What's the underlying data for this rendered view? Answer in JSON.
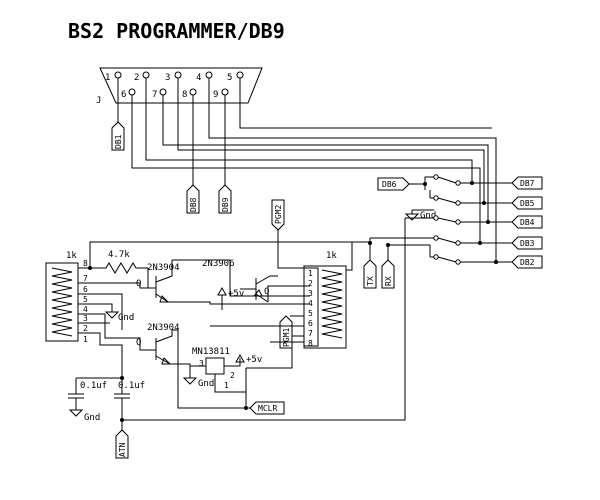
{
  "title": "BS2 PROGRAMMER/DB9",
  "connector": {
    "ref": "J",
    "top_pins": [
      "1",
      "2",
      "3",
      "4",
      "5"
    ],
    "bottom_pins": [
      "6",
      "7",
      "8",
      "9"
    ]
  },
  "port_labels": {
    "db1": "DB1",
    "db8": "DB8",
    "db9": "DB9",
    "db6": "DB6",
    "db7": "DB7",
    "db5": "DB5",
    "db4": "DB4",
    "db3": "DB3",
    "db2": "DB2",
    "pgm1": "PGM1",
    "pgm2": "PGM2",
    "tx": "TX",
    "rx": "RX",
    "mclr": "MCLR",
    "atn": "ATN"
  },
  "gnd_label": "Gnd",
  "vcc_label": "+5v",
  "components": {
    "left_pack": {
      "value": "1k",
      "pins": [
        "8",
        "7",
        "6",
        "5",
        "4",
        "3",
        "2",
        "1"
      ]
    },
    "right_pack": {
      "value": "1k",
      "pins": [
        "1",
        "2",
        "3",
        "4",
        "5",
        "6",
        "7",
        "8"
      ]
    },
    "resistor": "4.7k",
    "q1": {
      "part": "2N3904",
      "ref": "Q"
    },
    "q2": {
      "part": "2N3904",
      "ref": "Q"
    },
    "q3": {
      "part": "2N3906",
      "ref": "Q"
    },
    "ic": {
      "part": "MN13811",
      "pins": [
        "3",
        "2",
        "1"
      ]
    },
    "cap1": "0.1uf",
    "cap2": "0.1uf"
  }
}
